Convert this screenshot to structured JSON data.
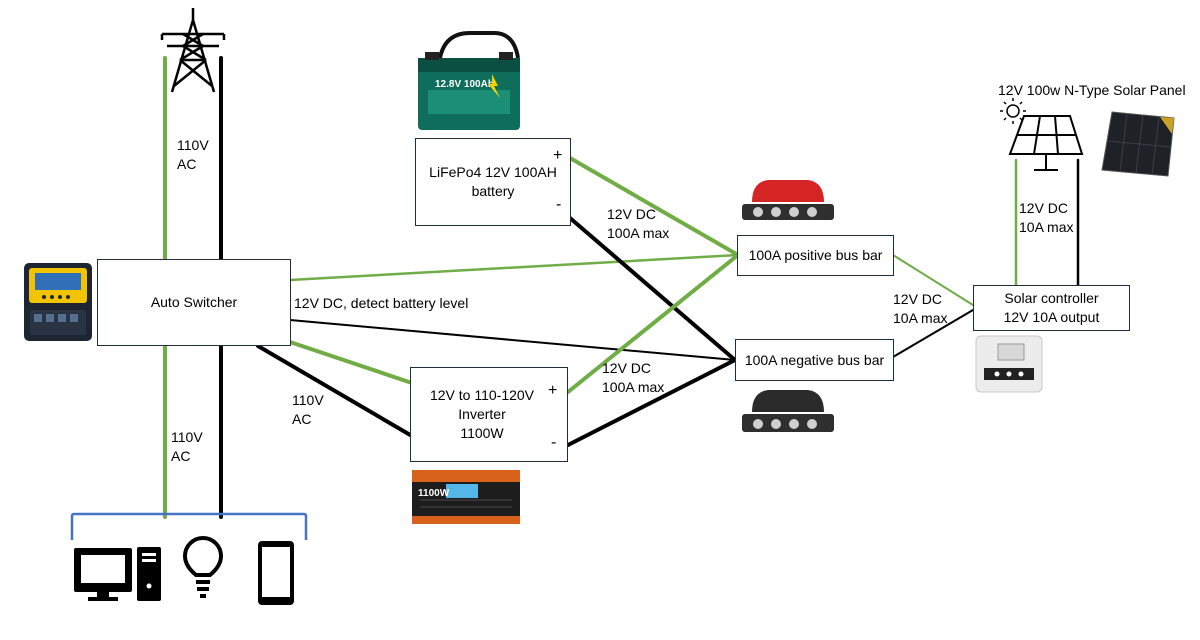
{
  "colors": {
    "positive_wire": "#70ad47",
    "negative_wire": "#000000",
    "device_bracket": "#4472c4",
    "box_border": "#1f2d3d",
    "bus_positive": "#e03030",
    "bus_negative": "#222222"
  },
  "boxes": {
    "auto_switcher": "Auto Switcher",
    "battery": [
      "LiFePo4 12V 100AH",
      "battery"
    ],
    "inverter": [
      "12V to 110-120V",
      "Inverter",
      "1100W"
    ],
    "positive_bus": "100A positive bus bar",
    "negative_bus": "100A negative bus bar",
    "solar_controller": [
      "Solar controller",
      "12V 10A output"
    ]
  },
  "labels": {
    "grid_voltage": [
      "110V",
      "AC"
    ],
    "load_voltage": [
      "110V",
      "AC"
    ],
    "inverter_ac": [
      "110V",
      "AC"
    ],
    "detect": "12V DC, detect battery level",
    "battery_wire": [
      "12V DC",
      "100A max"
    ],
    "inverter_wire": [
      "12V DC",
      "100A max"
    ],
    "controller_wire": [
      "12V DC",
      "10A max"
    ],
    "panel_wire": [
      "12V DC",
      "10A max"
    ],
    "solar_panel_title": "12V 100w N-Type Solar Panel"
  },
  "terminals": {
    "plus": "+",
    "minus": "-"
  },
  "product_text": {
    "battery_label": "12.8V 100Ah",
    "inverter_label": "1100W"
  },
  "icons": [
    "power-tower-icon",
    "computer-icon",
    "light-bulb-icon",
    "smartphone-icon",
    "sun-icon",
    "solar-panel-icon",
    "auto-switcher-device-image",
    "battery-image",
    "inverter-image",
    "positive-bus-bar-image",
    "negative-bus-bar-image",
    "solar-controller-image",
    "solar-panel-photo"
  ]
}
